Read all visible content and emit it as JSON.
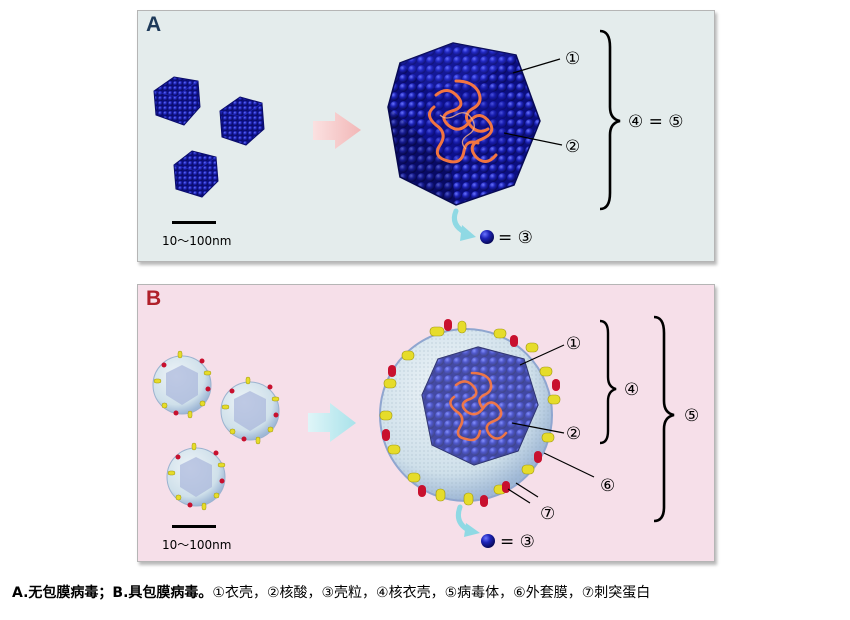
{
  "panel_a": {
    "label": "A",
    "scale": "10～100nm",
    "callout_capsid": "①",
    "callout_nucleic": "②",
    "capsomere_eq": "= ③",
    "brace_eq": "④ = ⑤"
  },
  "panel_b": {
    "label": "B",
    "scale": "10～100nm",
    "callout_capsid": "①",
    "callout_nucleic": "②",
    "capsomere_eq": "= ③",
    "brace_inner": "④",
    "brace_outer": "⑤",
    "callout_envelope": "⑥",
    "callout_spike": "⑦"
  },
  "caption": {
    "bold_part": "A.无包膜病毒；B.具包膜病毒。",
    "items": "①衣壳，②核酸，③壳粒，④核衣壳，⑤病毒体，⑥外套膜，⑦刺突蛋白"
  },
  "colors": {
    "capsid_blue": "#1a1fb0",
    "nucleic_orange": "#ff7a3c",
    "panel_a_bg": "#e4ecec",
    "panel_b_bg": "#f6dfe9",
    "panel_a_label": "#1e3a5a",
    "panel_b_label": "#b0202a",
    "arrow_a": "#f6c9c9",
    "arrow_b": "#bfe9ef",
    "spike_yellow": "#e6dc2a",
    "spike_red": "#c8102e"
  }
}
